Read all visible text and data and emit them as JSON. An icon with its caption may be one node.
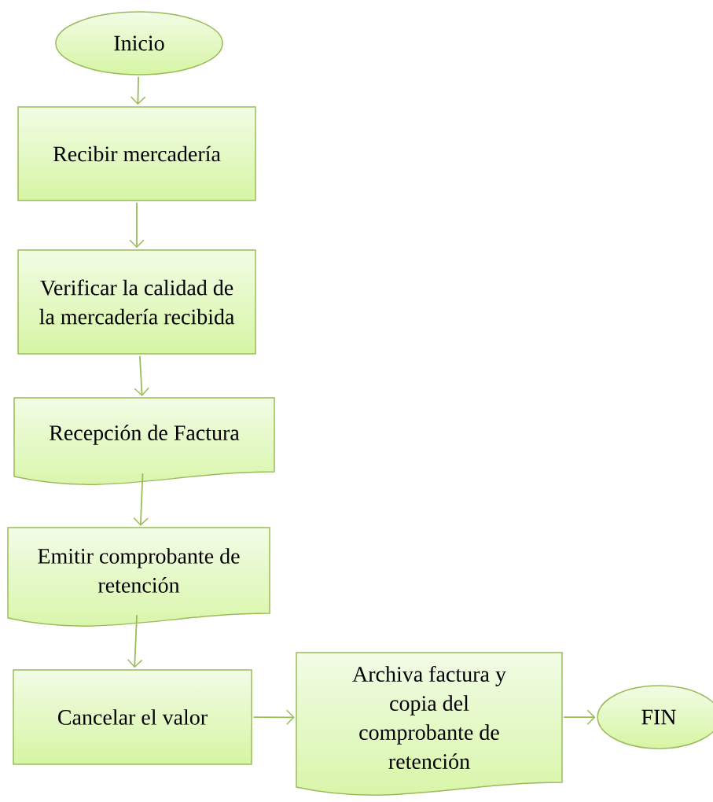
{
  "diagram": {
    "nodes": [
      {
        "text": [
          "Inicio"
        ]
      },
      {
        "text": [
          "Recibir mercadería"
        ]
      },
      {
        "text": [
          "Verificar la calidad de la mercadería recibida"
        ]
      },
      {
        "text": [
          "Recepción de Factura"
        ]
      },
      {
        "text": [
          "Emitir comprobante de retención"
        ]
      },
      {
        "text": [
          "Cancelar el valor"
        ]
      },
      {
        "text": [
          "Archiva factura y copia del comprobante de retención"
        ]
      },
      {
        "text": [
          "FIN"
        ]
      }
    ],
    "edges": [
      {
        "from": 0,
        "to": 1,
        "arrow": "to"
      },
      {
        "from": 1,
        "to": 2,
        "arrow": "to"
      },
      {
        "from": 2,
        "to": 3,
        "arrow": "to"
      },
      {
        "from": 3,
        "to": 4,
        "arrow": "to"
      },
      {
        "from": 4,
        "to": 5,
        "arrow": "to"
      },
      {
        "from": 5,
        "to": 6,
        "arrow": "to"
      },
      {
        "from": 6,
        "to": 7,
        "arrow": "to"
      }
    ]
  }
}
